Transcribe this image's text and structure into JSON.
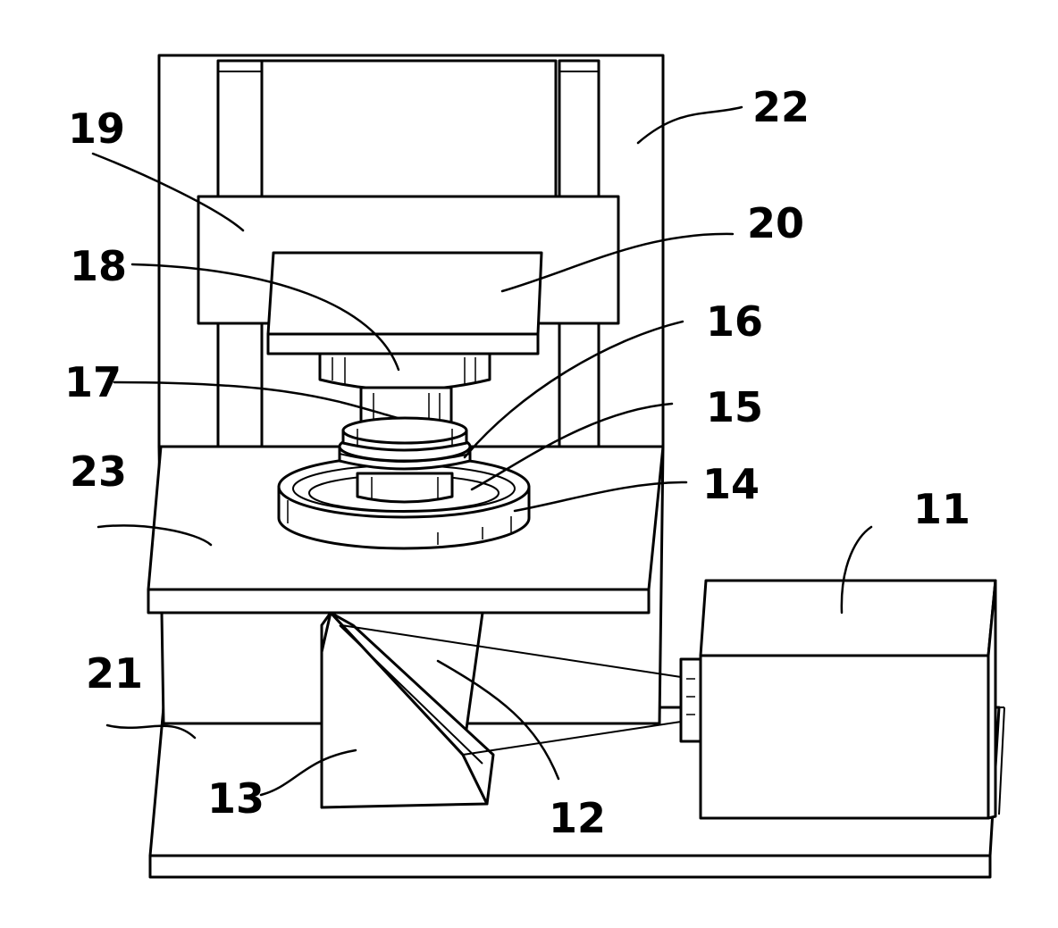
{
  "figure": {
    "reference_numerals": [
      {
        "id": "num-11",
        "text": "11"
      },
      {
        "id": "num-12",
        "text": "12"
      },
      {
        "id": "num-13",
        "text": "13"
      },
      {
        "id": "num-14",
        "text": "14"
      },
      {
        "id": "num-15",
        "text": "15"
      },
      {
        "id": "num-16",
        "text": "16"
      },
      {
        "id": "num-17",
        "text": "17"
      },
      {
        "id": "num-18",
        "text": "18"
      },
      {
        "id": "num-19",
        "text": "19"
      },
      {
        "id": "num-20",
        "text": "20"
      },
      {
        "id": "num-21",
        "text": "21"
      },
      {
        "id": "num-22",
        "text": "22"
      },
      {
        "id": "num-23",
        "text": "23"
      }
    ]
  }
}
